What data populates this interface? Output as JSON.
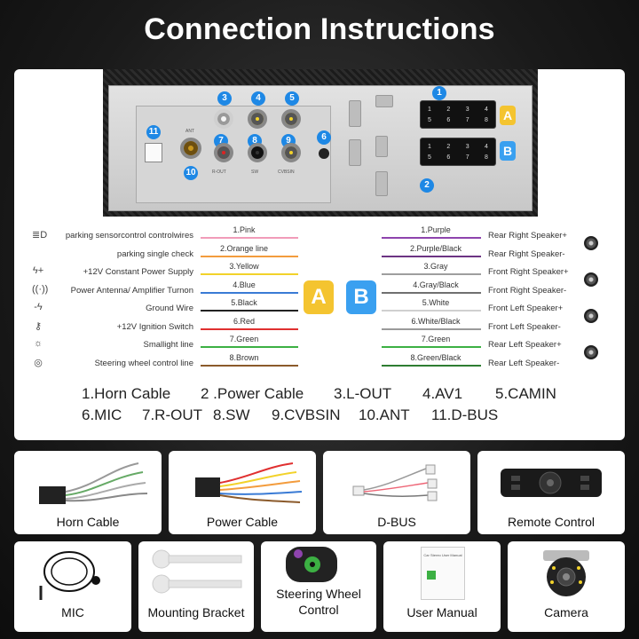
{
  "title": "Connection Instructions",
  "device": {
    "badges": [
      "1",
      "2",
      "3",
      "4",
      "5",
      "6",
      "7",
      "8",
      "9",
      "10",
      "11"
    ],
    "connector_a": {
      "row1": [
        "1",
        "2",
        "3",
        "4"
      ],
      "row2": [
        "5",
        "6",
        "7",
        "8"
      ],
      "tag": "A"
    },
    "connector_b": {
      "row1": [
        "1",
        "2",
        "3",
        "4"
      ],
      "row2": [
        "5",
        "6",
        "7",
        "8"
      ],
      "tag": "B"
    },
    "small_labels": {
      "ant": "ANT",
      "rout": "R-OUT",
      "sw": "SW",
      "cvbsin": "CVBSIN"
    }
  },
  "wiring": {
    "a_tag": "A",
    "b_tag": "B",
    "left": [
      {
        "function": "parking sensorcontrol controlwires",
        "wire": "1.Pink",
        "color": "#f19cb9",
        "icon": "headlight-icon",
        "glyph": "≣D"
      },
      {
        "function": "parking single check",
        "wire": "2.Orange line",
        "color": "#f39c3d",
        "icon": "",
        "glyph": ""
      },
      {
        "function": "+12V Constant Power Supply",
        "wire": "3.Yellow",
        "color": "#f2d22a",
        "icon": "power-bolt-icon",
        "glyph": "ϟ+"
      },
      {
        "function": "Power Antenna/ Amplifier Turnon",
        "wire": "4.Blue",
        "color": "#3a7bd5",
        "icon": "antenna-icon",
        "glyph": "((·))"
      },
      {
        "function": "Ground Wire",
        "wire": "5.Black",
        "color": "#222222",
        "icon": "ground-icon",
        "glyph": "-ϟ"
      },
      {
        "function": "+12V Ignition Switch",
        "wire": "6.Red",
        "color": "#e03030",
        "icon": "key-icon",
        "glyph": "⚷"
      },
      {
        "function": "Smallight line",
        "wire": "7.Green",
        "color": "#3cb043",
        "icon": "light-bulb-icon",
        "glyph": "☼"
      },
      {
        "function": "Steering wheel control line",
        "wire": "8.Brown",
        "color": "#8b5a2b",
        "icon": "steering-wheel-icon",
        "glyph": "◎"
      }
    ],
    "right": [
      {
        "wire": "1.Purple",
        "function": "Rear Right Speaker+",
        "color": "#8e44ad"
      },
      {
        "wire": "2.Purple/Black",
        "function": "Rear Right Speaker-",
        "color": "#6c3483"
      },
      {
        "wire": "3.Gray",
        "function": "Front Right Speaker+",
        "color": "#9e9e9e"
      },
      {
        "wire": "4.Gray/Black",
        "function": "Front Right Speaker-",
        "color": "#707070"
      },
      {
        "wire": "5.White",
        "function": "Front Left Speaker+",
        "color": "#d0d0d0"
      },
      {
        "wire": "6.White/Black",
        "function": "Front Left Speaker-",
        "color": "#9a9a9a"
      },
      {
        "wire": "7.Green",
        "function": "Rear Left Speaker+",
        "color": "#3cb043"
      },
      {
        "wire": "8.Green/Black",
        "function": "Rear Left Speaker-",
        "color": "#2e7d32"
      }
    ],
    "colors": {
      "a": "#f4c430",
      "b": "#3aa0f0"
    }
  },
  "legend": {
    "row1": [
      "1.Horn Cable",
      "2 .Power Cable",
      "3.L-OUT",
      "4.AV1",
      "5.CAMIN"
    ],
    "row2": [
      "6.MIC",
      "7.R-OUT",
      "8.SW",
      "9.CVBSIN",
      "10.ANT",
      "11.D-BUS"
    ]
  },
  "accessories": {
    "row1": [
      "Horn Cable",
      "Power Cable",
      "D-BUS",
      "Remote Control"
    ],
    "row2": [
      "MIC",
      "Mounting Bracket",
      "Steering Wheel Control",
      "User Manual",
      "Camera"
    ],
    "manual_cover_text": "Car Stereo User Manual"
  }
}
